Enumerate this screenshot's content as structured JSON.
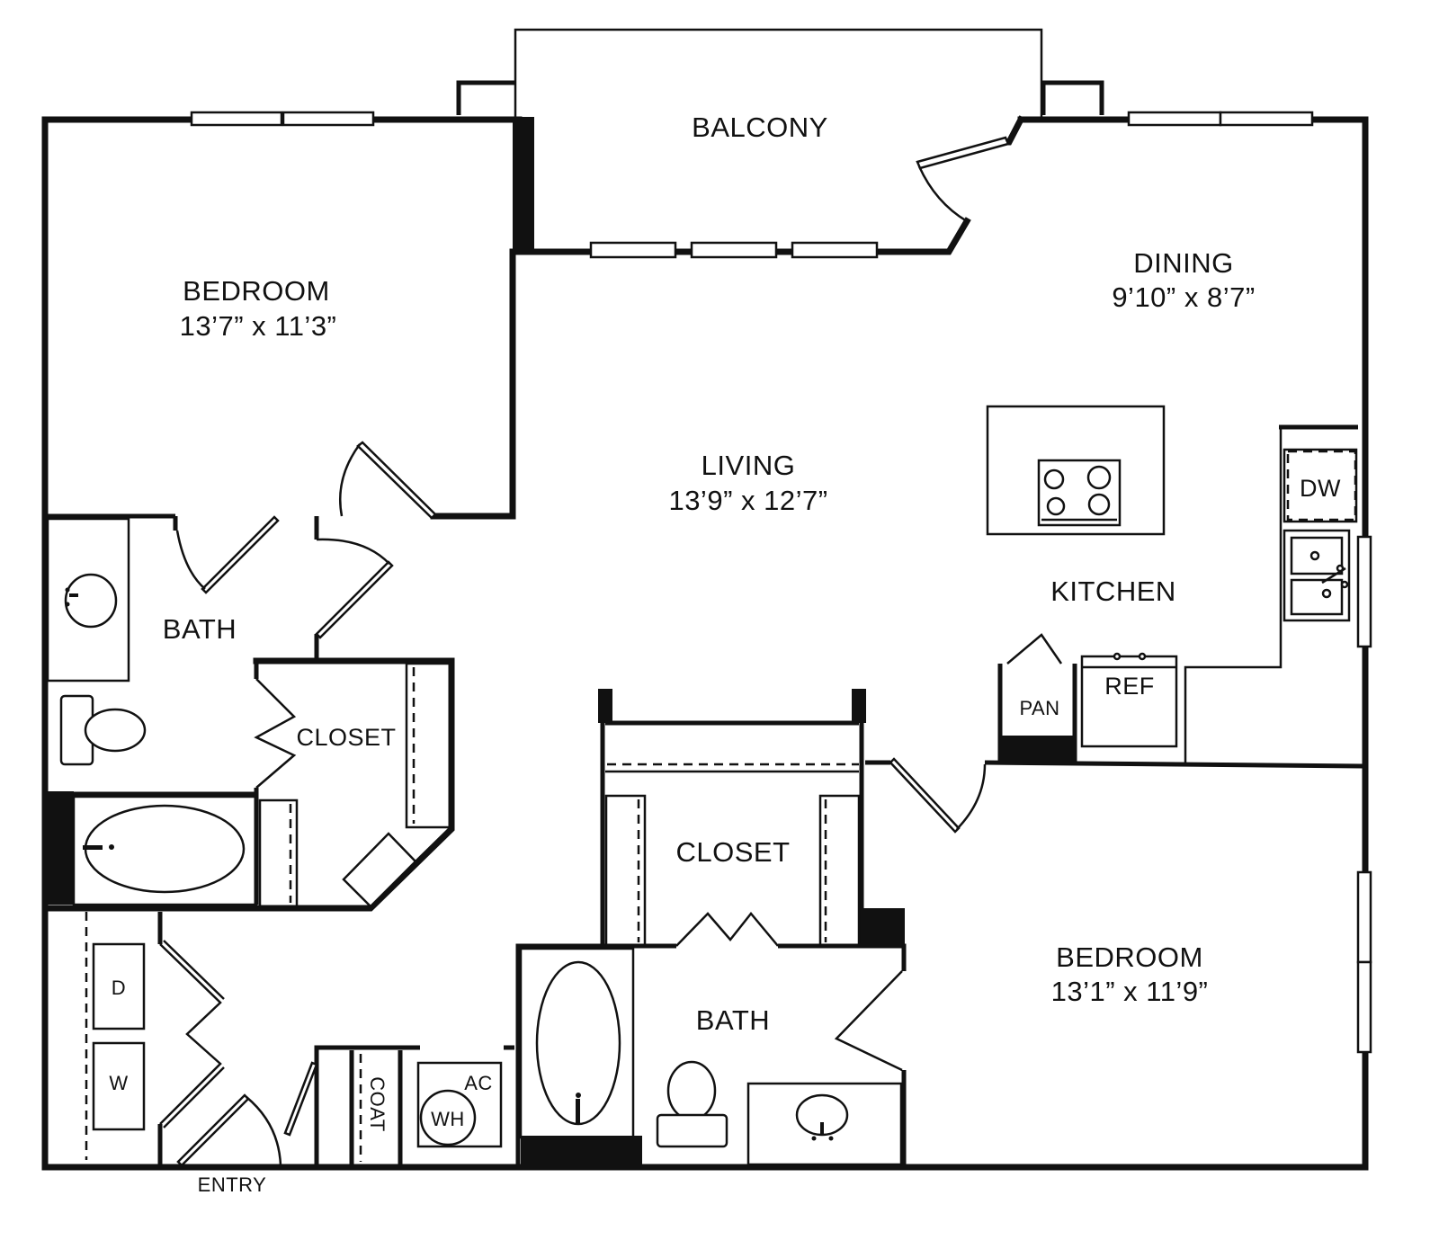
{
  "rooms": {
    "balcony": {
      "name": "BALCONY"
    },
    "bedroom_1": {
      "name": "BEDROOM",
      "size": "13’7” x 11’3”"
    },
    "living": {
      "name": "LIVING",
      "size": "13’9” x 12’7”"
    },
    "dining": {
      "name": "DINING",
      "size": "9’10” x 8’7”"
    },
    "kitchen": {
      "name": "KITCHEN"
    },
    "bath_1": {
      "name": "BATH"
    },
    "closet_1": {
      "name": "CLOSET"
    },
    "closet_2": {
      "name": "CLOSET"
    },
    "bath_2": {
      "name": "BATH"
    },
    "bedroom_2": {
      "name": "BEDROOM",
      "size": "13’1” x 11’9”"
    },
    "entry": {
      "name": "ENTRY"
    },
    "coat": {
      "name": "COAT"
    }
  },
  "fixtures": {
    "dishwasher": "DW",
    "pantry": "PAN",
    "refrigerator": "REF",
    "dryer": "D",
    "washer": "W",
    "air_conditioner": "AC",
    "water_heater": "WH"
  },
  "icons": [
    "cooktop-icon",
    "sink-icon",
    "toilet-icon",
    "bathtub-icon",
    "kitchen-sink-icon",
    "door-swing-icon",
    "window-icon"
  ]
}
